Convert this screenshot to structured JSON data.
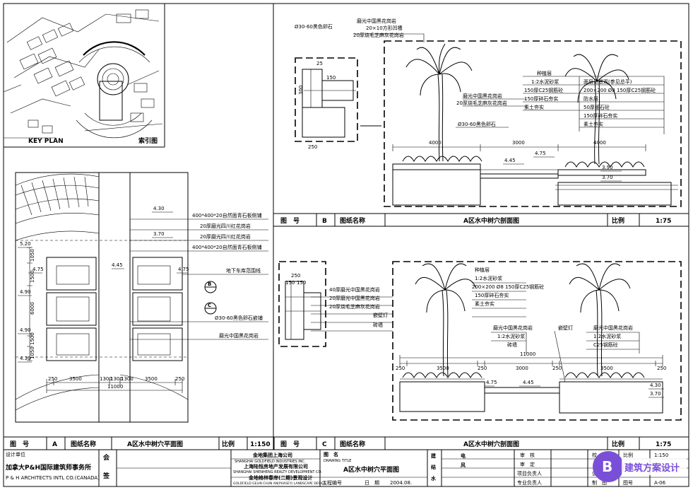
{
  "key_plan": {
    "label_en": "KEY PLAN",
    "label_cn": "索引图"
  },
  "plan": {
    "materials": [
      "400*400*20自然面青石板侧铺",
      "20厚磨光四川红花岗岩",
      "20厚磨光四川红花岗岩",
      "400*400*20自然面青石板侧铺",
      "地下车库范围线",
      "Ø30-60黑色卵石嵌铺",
      "磨光中国黑花岗岩"
    ],
    "levels": [
      "4.30",
      "3.70",
      "4.45",
      "4.75",
      "4.75",
      "5.20",
      "4.90",
      "4.90",
      "4.30"
    ],
    "dims_bottom": [
      "250",
      "3500",
      "1300",
      "1300",
      "1300",
      "3500",
      "250"
    ],
    "dim_total": "11000",
    "dims_left": [
      "1050",
      "1500",
      "6000",
      "1500",
      "1050"
    ],
    "markers": [
      "B",
      "C"
    ]
  },
  "section_b": {
    "top_notes": [
      "磨光中国黑花岗岩",
      "20×10方形凹槽",
      "20厚烧毛芝麻灰花岗岩"
    ],
    "pebble": "Ø30-60黑色卵石",
    "left_notes": [
      "磨光中国黑花岗岩",
      "20厚烧毛芝麻灰花岗岩",
      "Ø30-60黑色卵石"
    ],
    "right_notes": [
      "种植层",
      "1:2水泥砂浆",
      "150厚C25钢筋砼",
      "150厚碎石夯实",
      "素土夯实"
    ],
    "right_notes2": [
      "面层见景观(参见总平)",
      "200×200 Ø8 150厚C25钢筋砼",
      "防水层",
      "50厚细石砼",
      "150厚碎石夯实",
      "素土夯实"
    ],
    "dims": [
      "4000",
      "3000",
      "4000"
    ],
    "levels": [
      "4.45",
      "4.75",
      "3.90",
      "3.70"
    ],
    "detail_dims": [
      "25",
      "300",
      "150",
      "250"
    ]
  },
  "section_c": {
    "left_notes": [
      "40厚磨光中国黑花岗岩",
      "20厚磨光中国黑花岗岩",
      "20厚烧毛芝麻灰花岗岩",
      "嵌壁灯",
      "砖墙"
    ],
    "top_notes": [
      "种植层",
      "1:2水泥砂浆",
      "200×200 Ø8 150厚C25钢筋砼",
      "150厚碎石夯实",
      "素土夯实"
    ],
    "mid_notes": [
      "磨光中国黑花岗岩",
      "1:2水泥砂浆",
      "砖墙"
    ],
    "wall_lamp": "嵌壁灯",
    "right_notes": [
      "磨光中国黑花岗岩",
      "1:2水泥砂浆",
      "C25钢筋砼"
    ],
    "dim_total": "11000",
    "dims": [
      "250",
      "3500",
      "250",
      "3000",
      "250",
      "3500",
      "250"
    ],
    "levels": [
      "4.75",
      "4.45",
      "4.30",
      "3.70"
    ],
    "detail_dims": [
      "250",
      "150",
      "150"
    ]
  },
  "bar_a": {
    "tuhao": "图　号",
    "code": "A",
    "name_label": "图纸名称",
    "name": "A区水中树穴平面图",
    "scale_label": "比例",
    "scale": "1:150"
  },
  "bar_b": {
    "tuhao": "图　号",
    "code": "B",
    "name_label": "图纸名称",
    "name": "A区水中树穴剖面图",
    "scale_label": "比例",
    "scale": "1:75"
  },
  "bar_c": {
    "tuhao": "图　号",
    "code": "C",
    "name_label": "图纸名称",
    "name": "A区水中树穴剖面图",
    "scale_label": "比例",
    "scale": "1:75"
  },
  "title_block": {
    "firm_label": "设计单位",
    "firm_cn": "加拿大P&H国际建筑师事务所",
    "firm_en": "P & H ARCHITECTS INTL CO.(CANADA)",
    "hui": "会",
    "qian": "签",
    "client1_cn": "金地集团上海公司",
    "client1_en": "SHANGHAI GOLDFIELD INDUSTRIES INC.",
    "client2_cn": "上海陆恒房地产发展有限公司",
    "client2_en": "SHANGHAI SHENHENG REALTY DEVELOPMENT CO.",
    "project": "金地格林春岸(二期)景观设计",
    "project_en": "GOLDFIELD GELIN CHUN AN(PHASEY) LANDSCAPE DESIGN",
    "tuming": "图　名",
    "drawing_title_en": "DRAWING TITLE",
    "drawing_title": "A区水中树穴平面图",
    "gongcheng": "工程编号",
    "date_label": "日　期",
    "date": "2004.08.",
    "disciplines": [
      "建",
      "结",
      "水",
      "电",
      "风"
    ],
    "roles_left": [
      "审　核",
      "审　定",
      "项目负责人",
      "专业负责人"
    ],
    "roles_right": [
      "校　对",
      "设　计",
      "制　图"
    ],
    "scale_label": "比例",
    "scale": "1:150",
    "sheet_label": "图号",
    "sheet": "A-06"
  },
  "watermark": {
    "text": "建筑方案设计"
  }
}
